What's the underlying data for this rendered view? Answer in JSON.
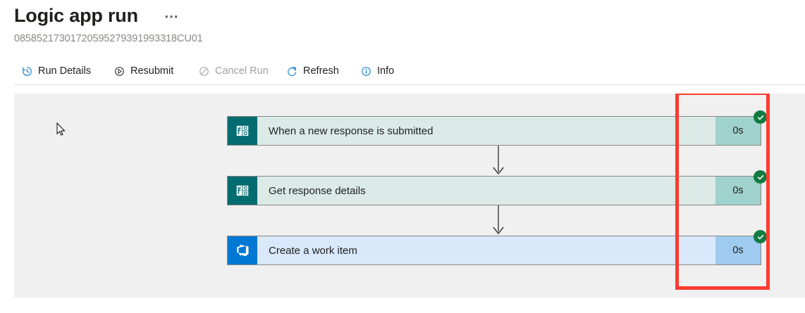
{
  "header": {
    "title": "Logic app run",
    "ellipsis": "⋯",
    "run_id": "08585217301720595279391993318CU01"
  },
  "commandbar": {
    "items": [
      {
        "id": "run-details",
        "label": "Run Details",
        "icon": "history-clock-icon",
        "disabled": false
      },
      {
        "id": "resubmit",
        "label": "Resubmit",
        "icon": "play-circle-icon",
        "disabled": false
      },
      {
        "id": "cancel-run",
        "label": "Cancel Run",
        "icon": "block-circle-icon",
        "disabled": true
      },
      {
        "id": "refresh",
        "label": "Refresh",
        "icon": "refresh-icon",
        "disabled": false
      },
      {
        "id": "info",
        "label": "Info",
        "icon": "info-circle-icon",
        "disabled": false
      }
    ]
  },
  "workflow": {
    "cards": [
      {
        "title": "When a new response is submitted",
        "duration": "0s",
        "status": "succeeded",
        "connector": "microsoft-forms",
        "icon": "microsoft-forms-icon"
      },
      {
        "title": "Get response details",
        "duration": "0s",
        "status": "succeeded",
        "connector": "microsoft-forms",
        "icon": "microsoft-forms-icon"
      },
      {
        "title": "Create a work item",
        "duration": "0s",
        "status": "succeeded",
        "connector": "azure-devops",
        "icon": "azure-devops-icon"
      }
    ],
    "connector_arrows": 2
  },
  "annotation": {
    "shape": "rectangle",
    "color": "#ff3b30"
  },
  "colors": {
    "accent": "#0078d4",
    "success": "#107c41",
    "forms_teal": "#036c70",
    "forms_card_bg": "#dbeae7",
    "forms_duration_bg": "#a0d2cd",
    "devops_blue": "#0078d4",
    "devops_card_bg": "#d9e8fa",
    "devops_duration_bg": "#9fcbf0",
    "canvas_bg": "#f0f0f0",
    "annotation_red": "#ff3b30"
  }
}
